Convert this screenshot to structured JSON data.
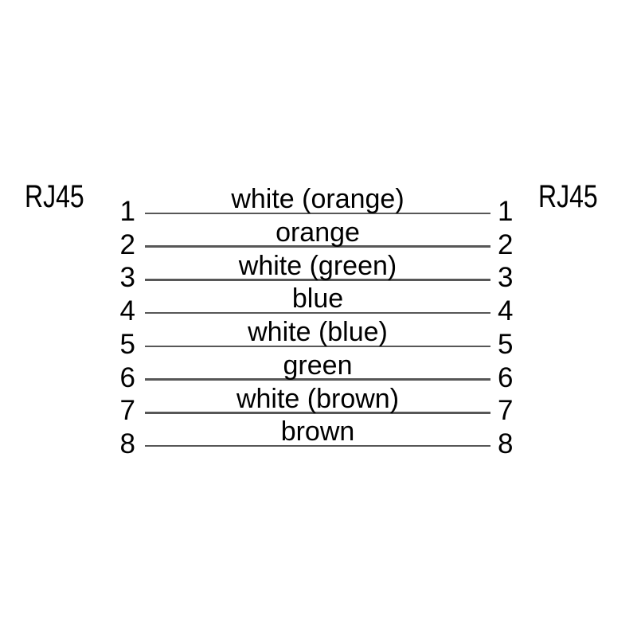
{
  "connectors": {
    "left": "RJ45",
    "right": "RJ45"
  },
  "pins": [
    {
      "num": "1",
      "wire": "white (orange)"
    },
    {
      "num": "2",
      "wire": "orange"
    },
    {
      "num": "3",
      "wire": "white (green)"
    },
    {
      "num": "4",
      "wire": "blue"
    },
    {
      "num": "5",
      "wire": "white (blue)"
    },
    {
      "num": "6",
      "wire": "green"
    },
    {
      "num": "7",
      "wire": "white (brown)"
    },
    {
      "num": "8",
      "wire": "brown"
    }
  ],
  "colors": {
    "background": "#ffffff",
    "line": "#575757",
    "text": "#000000"
  }
}
